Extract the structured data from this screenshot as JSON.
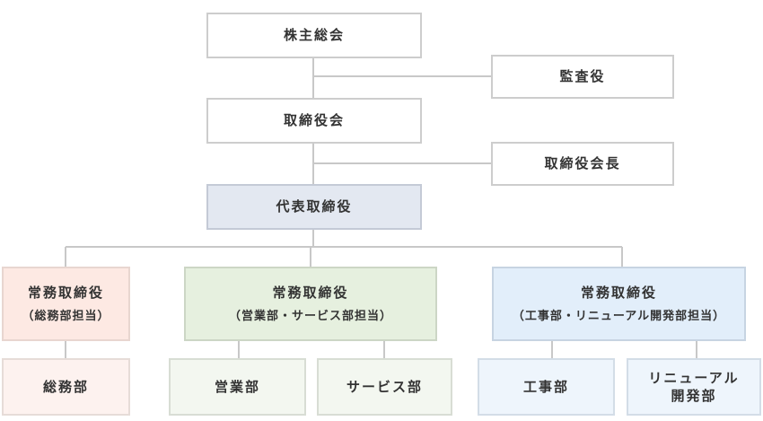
{
  "nodes": {
    "shareholders_meeting": "株主総会",
    "auditor": "監査役",
    "board_of_directors": "取締役会",
    "chairman": "取締役会長",
    "president": "代表取締役",
    "md_general_affairs": {
      "title": "常務取締役",
      "sub": "（総務部担当）"
    },
    "md_sales_service": {
      "title": "常務取締役",
      "sub": "（営業部・サービス部担当）"
    },
    "md_construction_renewal": {
      "title": "常務取締役",
      "sub": "（工事部・リニューアル開発部担当）"
    },
    "dept_general_affairs": "総務部",
    "dept_sales": "営業部",
    "dept_service": "サービス部",
    "dept_construction": "工事部",
    "dept_renewal": {
      "line1": "リニューアル",
      "line2": "開発部"
    }
  },
  "colors": {
    "line": "#c8c8c8",
    "border": "#cdcdcd",
    "president_fill": "#e3e8f1",
    "general_affairs_fill": "#fde9e3",
    "sales_service_fill": "#e6f0df",
    "construction_renewal_fill": "#e2eefa"
  }
}
